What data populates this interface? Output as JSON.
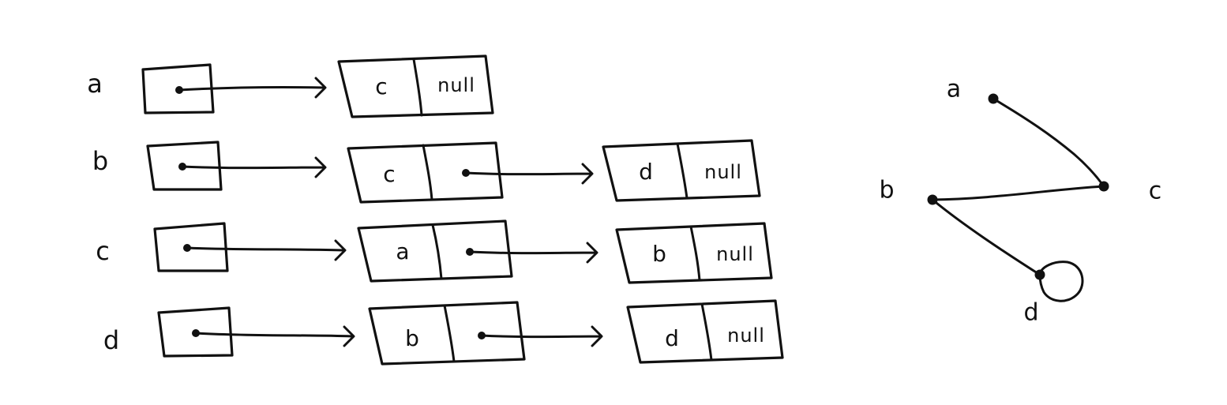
{
  "adjacency_list": {
    "rows": [
      {
        "vertex": "a",
        "nodes": [
          {
            "value": "c",
            "next": "null"
          }
        ]
      },
      {
        "vertex": "b",
        "nodes": [
          {
            "value": "c"
          },
          {
            "value": "d",
            "next": "null"
          }
        ]
      },
      {
        "vertex": "c",
        "nodes": [
          {
            "value": "a"
          },
          {
            "value": "b",
            "next": "null"
          }
        ]
      },
      {
        "vertex": "d",
        "nodes": [
          {
            "value": "b"
          },
          {
            "value": "d",
            "next": "null"
          }
        ]
      }
    ]
  },
  "graph": {
    "vertices": [
      "a",
      "b",
      "c",
      "d"
    ],
    "edges": [
      {
        "from": "a",
        "to": "c"
      },
      {
        "from": "b",
        "to": "c"
      },
      {
        "from": "b",
        "to": "d"
      },
      {
        "from": "d",
        "to": "d"
      }
    ]
  }
}
